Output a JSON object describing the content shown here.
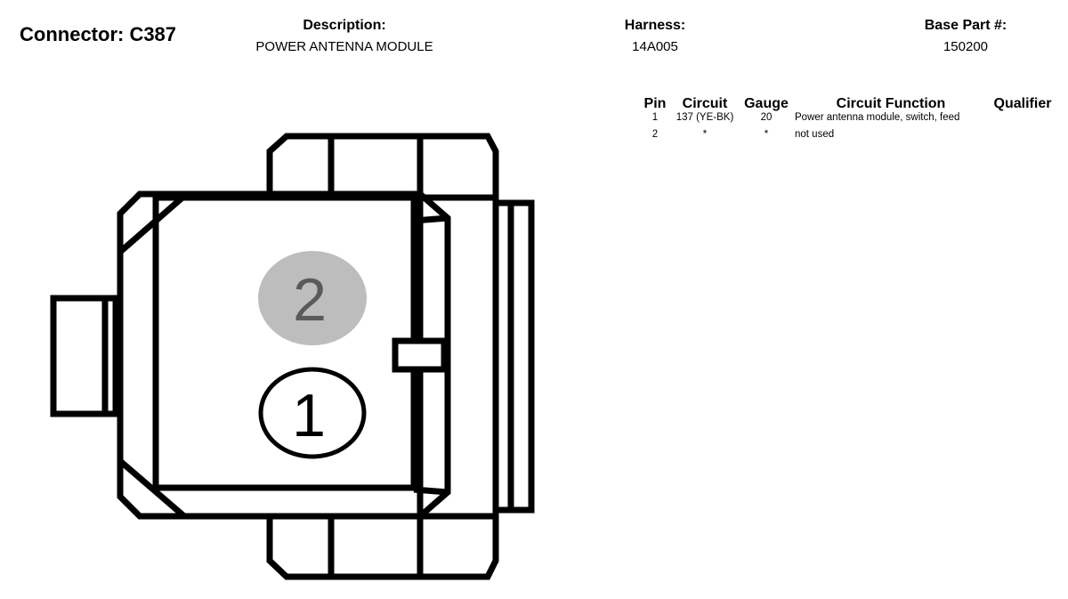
{
  "header": {
    "connector_label": "Connector: C387",
    "description_label": "Description:",
    "description_value": "POWER ANTENNA MODULE",
    "harness_label": "Harness:",
    "harness_value": "14A005",
    "base_part_label": "Base Part #:",
    "base_part_value": "150200"
  },
  "pin_table": {
    "columns": {
      "pin": "Pin",
      "circuit": "Circuit",
      "gauge": "Gauge",
      "function": "Circuit Function",
      "qualifier": "Qualifier"
    },
    "rows": [
      {
        "pin": "1",
        "circuit": "137 (YE-BK)",
        "gauge": "20",
        "function": "Power antenna module, switch, feed",
        "qualifier": ""
      },
      {
        "pin": "2",
        "circuit": "*",
        "gauge": "*",
        "function": "not used",
        "qualifier": ""
      }
    ]
  },
  "diagram": {
    "pins": [
      {
        "label": "2",
        "state": "not used",
        "fill": "#bdbdbd",
        "text_color": "#5a5a5a"
      },
      {
        "label": "1",
        "state": "used",
        "fill": "#ffffff",
        "text_color": "#000000"
      }
    ],
    "outline_color": "#000000"
  }
}
